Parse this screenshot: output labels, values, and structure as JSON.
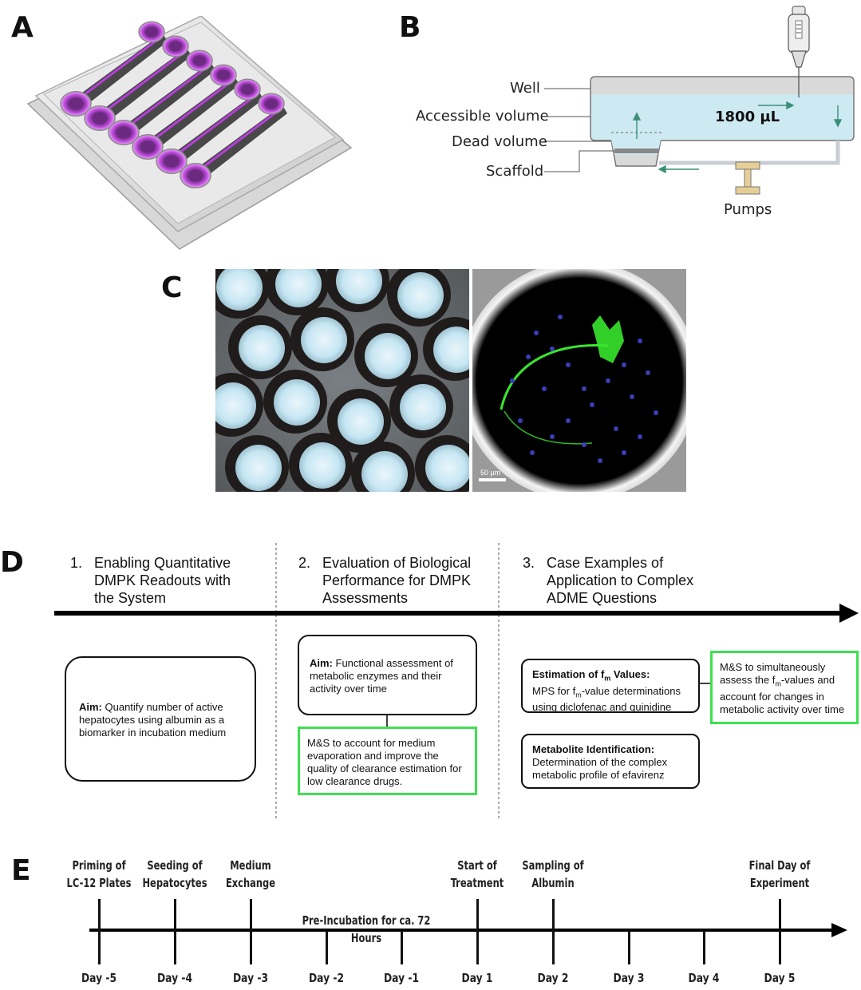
{
  "panels": {
    "a": "A",
    "b": "B",
    "c": "C",
    "d": "D",
    "e": "E"
  },
  "panel_b": {
    "labels": {
      "well": "Well",
      "accessible": "Accessible volume",
      "dead": "Dead volume",
      "scaffold": "Scaffold",
      "pumps": "Pumps"
    },
    "volume": "1800 µL"
  },
  "panel_c": {
    "scale_bar": "50 µm"
  },
  "panel_d": {
    "phases": [
      {
        "number": "1.",
        "title_lines": [
          "Enabling Quantitative",
          "DMPK Readouts with",
          "the System"
        ]
      },
      {
        "number": "2.",
        "title_lines": [
          "Evaluation of Biological",
          "Performance  for DMPK",
          "Assessments"
        ]
      },
      {
        "number": "3.",
        "title_lines": [
          "Case Examples of",
          "Application to Complex",
          "ADME Questions"
        ]
      }
    ],
    "box1": {
      "bold": "Aim:",
      "text": " Quantify number of active hepatocytes using albumin as a biomarker in incubation medium"
    },
    "box2": {
      "bold": "Aim:",
      "text": " Functional assessment of metabolic enzymes and their activity over time"
    },
    "green1": "M&S to account for medium evaporation and improve the quality of clearance estimation for low clearance drugs.",
    "box3": {
      "bold_prefix": "Estimation of f",
      "bold_sub": "m",
      "bold_suffix": " Values:",
      "t1": "MPS for f",
      "t1_sub": "m",
      "t1_rest": "-value determinations using diclofenac and quinidine"
    },
    "green2": {
      "t1": "M&S to simultaneously assess the f",
      "t1_sub": "m",
      "t1_rest": "-values and account for changes in metabolic activity over time"
    },
    "box4": {
      "bold": "Metabolite Identification:",
      "text": "Determination of the complex metabolic profile of efavirenz"
    }
  },
  "panel_e": {
    "events": [
      [
        "Priming of",
        "LC-12 Plates"
      ],
      [
        "Seeding of",
        "Hepatocytes"
      ],
      [
        "Medium",
        "Exchange"
      ],
      [
        "Start of",
        "Treatment"
      ],
      [
        "Sampling of",
        "Albumin"
      ],
      [
        "Final Day of",
        "Experiment"
      ]
    ],
    "preincubation": "Pre-Incubation for ca. 72 Hours",
    "days": [
      "Day -5",
      "Day -4",
      "Day -3",
      "Day -2",
      "Day -1",
      "Day 1",
      "Day 2",
      "Day 3",
      "Day 4",
      "Day 5"
    ]
  },
  "colors": {
    "magenta": "#b43fd6",
    "light_blue": "#cde9f2",
    "green_box": "#3ee052",
    "teal_arrow": "#3d8f78",
    "pump": "#e6cf96"
  }
}
